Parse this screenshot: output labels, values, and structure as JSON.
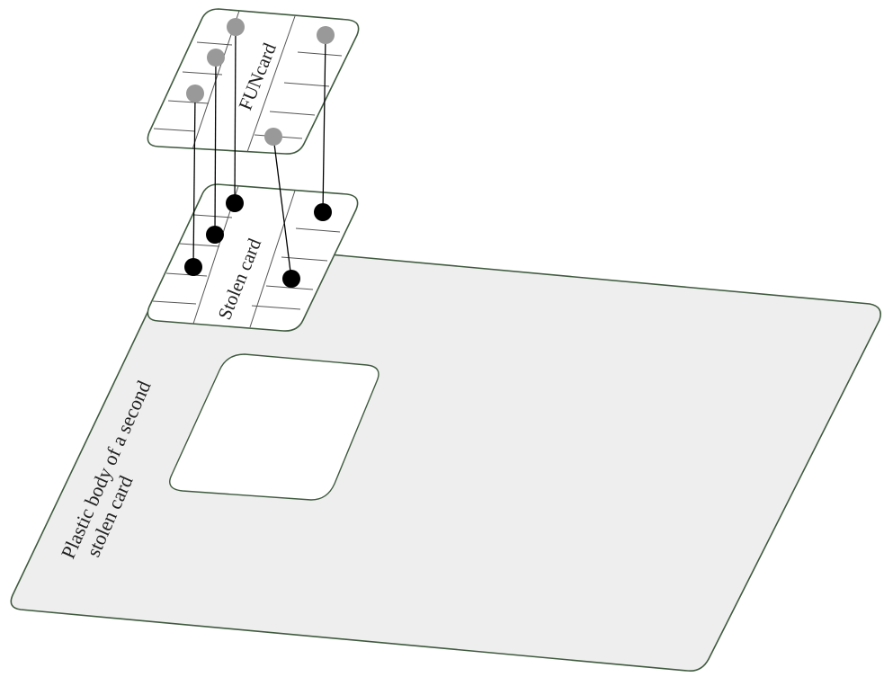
{
  "labels": {
    "funcard": "FUNcard",
    "stolen_card": "Stolen card",
    "plastic_body_line1": "Plastic body of a second",
    "plastic_body_line2": "stolen card"
  },
  "colors": {
    "outline": "#3f5a3f",
    "body_fill": "#eeeeee",
    "card_fill": "#ffffff",
    "funcard_contact": "#999999",
    "stolen_contact": "#000000",
    "wire": "#000000"
  }
}
